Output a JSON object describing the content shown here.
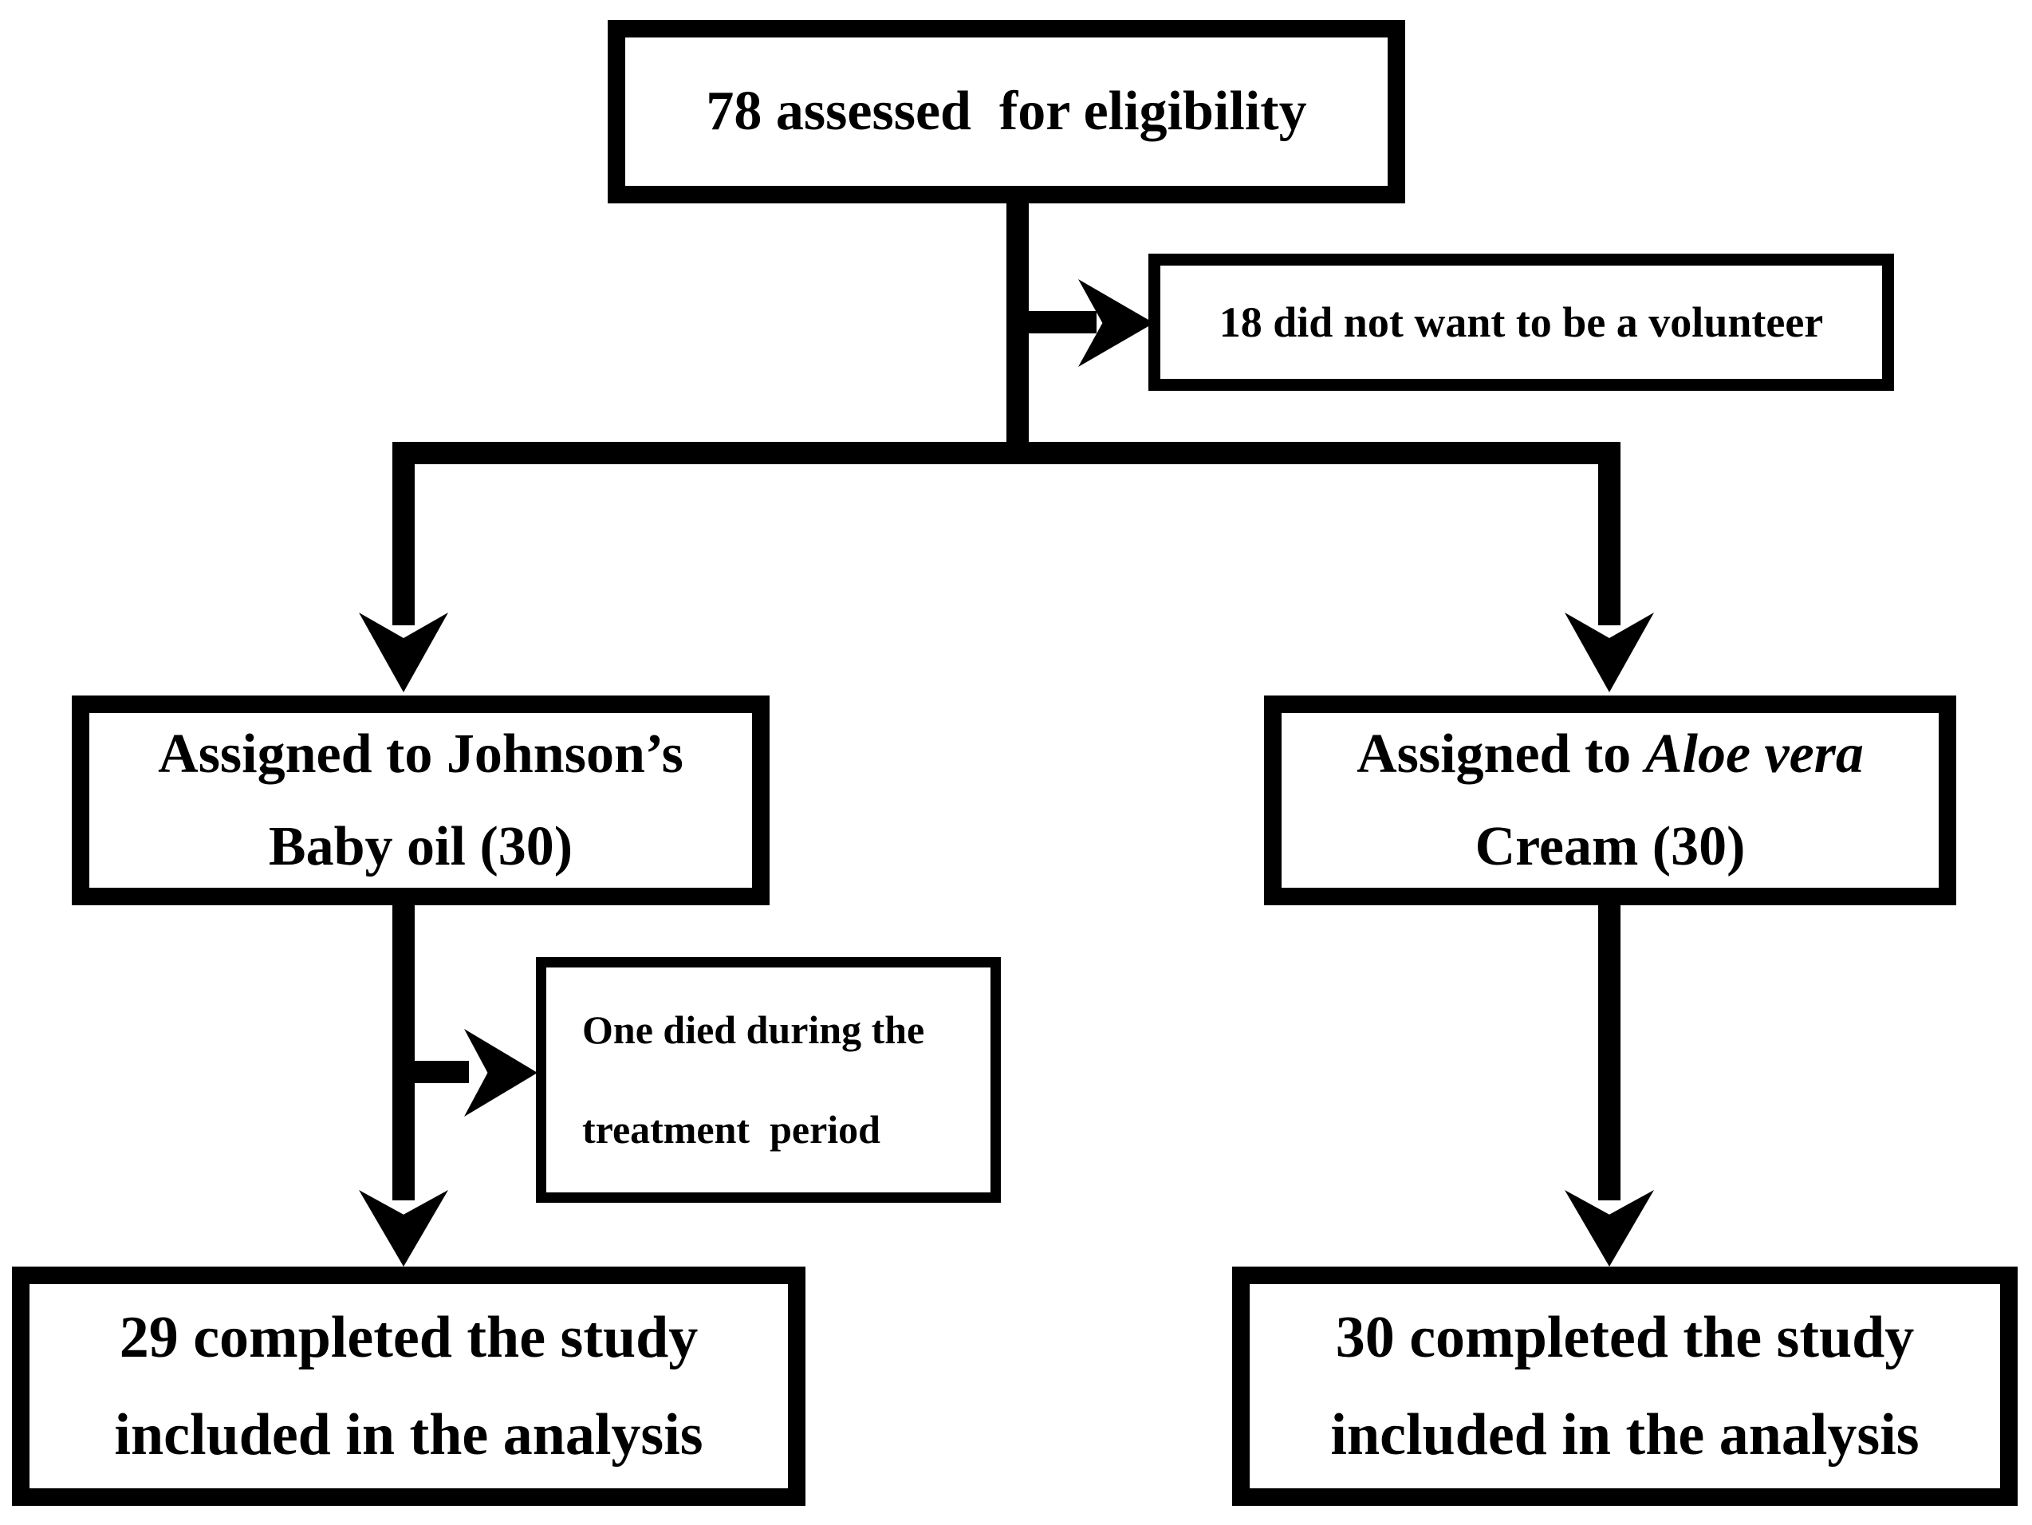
{
  "colors": {
    "ink": "#000000",
    "background": "#ffffff"
  },
  "flowchart": {
    "eligibility": {
      "text": "78 assessed  for eligibility"
    },
    "excluded": {
      "text": "18 did not want to be a volunteer"
    },
    "assign_babyoil": {
      "line1": "Assigned to Johnson’s",
      "line2": "Baby oil (30)"
    },
    "assign_aloevera": {
      "line1_prefix": "Assigned to ",
      "line1_italic": "Aloe vera",
      "line2": "Cream (30)"
    },
    "died": {
      "line1": "One died during the",
      "line2": "treatment  period"
    },
    "completed_babyoil": {
      "line1": "29 completed the study",
      "line2": "included in the analysis"
    },
    "completed_aloevera": {
      "line1": "30 completed the study",
      "line2": "included in the analysis"
    }
  }
}
